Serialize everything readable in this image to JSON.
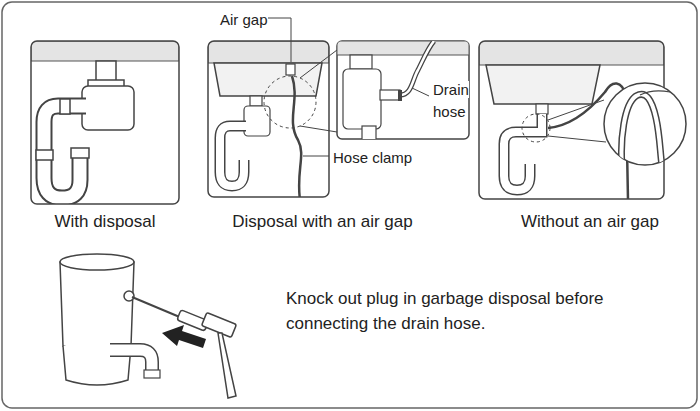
{
  "diagram": {
    "nodes": [
      {
        "text": [
          "With disposal"
        ]
      },
      {
        "text": [
          "Disposal with an air gap"
        ]
      },
      {
        "text": [
          "Without an air gap"
        ]
      }
    ],
    "labels": [
      "Air gap",
      "Drain hose",
      "Hose clamp",
      "Knock out plug in garbage disposal before connecting the drain hose."
    ]
  }
}
